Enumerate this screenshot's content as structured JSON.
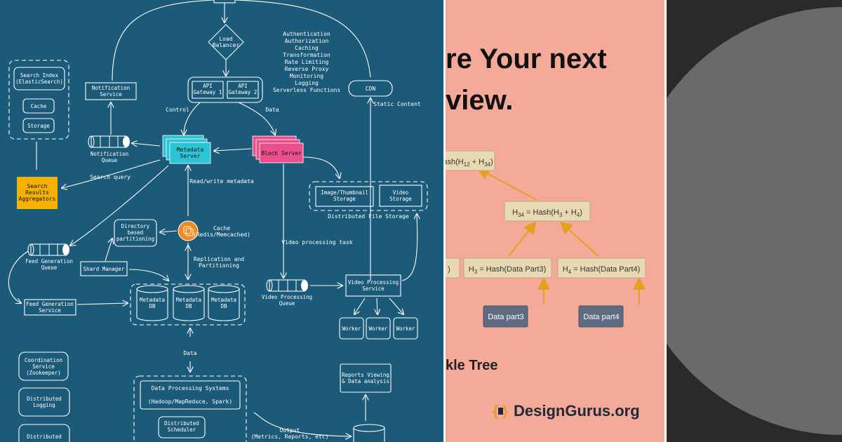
{
  "diagram": {
    "load_balancer": "Load\nBalancer",
    "lb_features": [
      "Authentication",
      "Authorization",
      "Caching",
      "Transformation",
      "Rate Limiting",
      "Reverse Proxy",
      "Monitoring",
      "Logging",
      "Serverless Functions"
    ],
    "api_gateway_1": "API\nGateway 1",
    "api_gateway_2": "API\nGateway 2",
    "cdn": "CDN",
    "static_content": "Static Content",
    "control": "Control",
    "data_label": "Data",
    "notification_service": "Notification\nService",
    "notification_queue": "Notification\nQueue",
    "search_index": "Search Index\n(ElasticSearch)",
    "cache": "Cache",
    "storage": "Storage",
    "metadata_server": "Metadata\nServer",
    "block_server": "Block Server",
    "search_query": "Search query",
    "search_results_aggregators": "Search\nResults\nAggregators",
    "read_write_metadata": "Read/write metadata",
    "image_thumbnail_storage": "Image/Thumbnail\nStorage",
    "video_storage": "Video\nStorage",
    "distributed_file_storage": "Distributed File Storage",
    "directory_partitioning": "Directory\nbased\npartitioning",
    "cache_redis": "Cache\n(Redis/Memcached)",
    "feed_generation_queue": "Feed Generation\nQueue",
    "shard_manager": "Shard Manager",
    "replication_partitioning": "Replication and\nPartitioning",
    "video_processing_task": "Video processing task",
    "video_processing_queue": "Video Processing\nQueue",
    "video_processing_service": "Video Processing\nService",
    "feed_generation_service": "Feed Generation\nService",
    "metadata_db": "Metadata\nDB",
    "worker": "Worker",
    "coordination_service": "Coordination\nService\n(Zookeeper)",
    "distributed_logging": "Distributed\nLogging",
    "distributed_tracing": "Distributed",
    "data_processing_systems": "Data Processing Systems",
    "hadoop": "(Hadoop/MapReduce, Spark)",
    "distributed_scheduler": "Distributed\nScheduler",
    "reports_viewing": "Reports Viewing\n& Data analysis",
    "output": "Output\n(Metrics, Reports, etc)"
  },
  "promo": {
    "headline_line1": "re Your next",
    "headline_line2": "view.",
    "caption": "kle Tree",
    "brand": "DesignGurus.org"
  },
  "merkle": {
    "top": "ash(H12 + H34)",
    "h34": "H34 = Hash(H3 + H4)",
    "left_stub": ")",
    "h3": "H3 = Hash(Data Part3)",
    "h4": "H4 = Hash(Data Part4)",
    "data3": "Data part3",
    "data4": "Data part4"
  },
  "colors": {
    "diagram_bg": "#1c5a7a",
    "promo_bg": "#f4a999",
    "metadata_server": "#2bc3d6",
    "block_server": "#ea4f8c",
    "search_results": "#f5b100",
    "cache_redis": "#f08a24",
    "merkle_node": "#e8d9b3",
    "merkle_data": "#5e6b80",
    "merkle_arrow": "#e6a020"
  }
}
